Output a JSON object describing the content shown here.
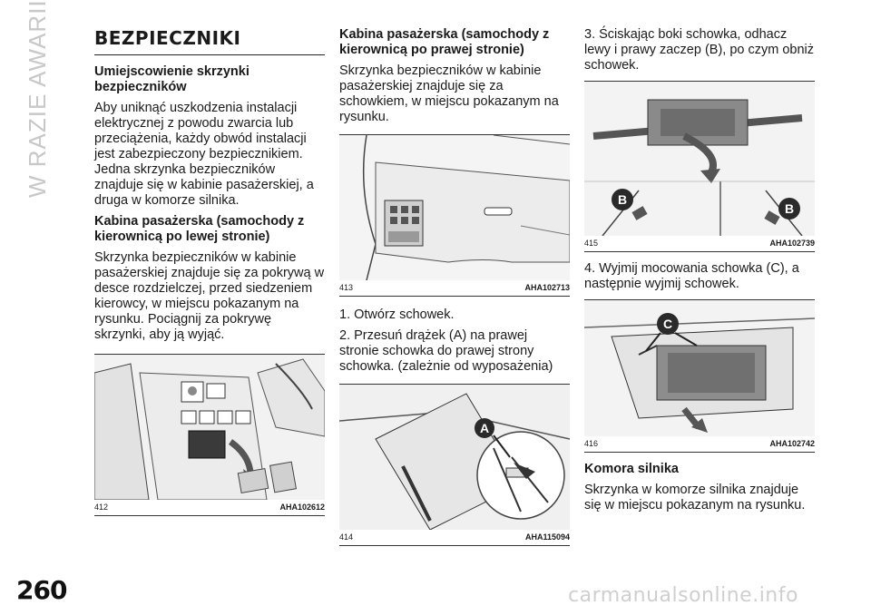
{
  "side_tab": "W RAZIE AWARII",
  "page_number": "260",
  "watermark": "carmanualsonline.info",
  "col1": {
    "section_title": "BEZPIECZNIKI",
    "heading1": "Umiejscowienie skrzynki bezpieczników",
    "para1": "Aby uniknąć uszkodzenia instalacji elektrycznej z powodu zwarcia lub przeciążenia, każdy obwód instalacji jest zabezpieczony bezpiecznikiem. Jedna skrzynka bezpieczników znajduje się w kabinie pasażerskiej, a druga w komorze silnika.",
    "heading2": "Kabina pasażerska (samochody z kierownicą po lewej stronie)",
    "para2": "Skrzynka bezpieczników w kabinie pasażerskiej znajduje się za pokrywą w desce rozdzielczej, przed siedzeniem kierowcy, w miejscu pokazanym na rysunku. Pociągnij za pokrywę skrzynki, aby ją wyjąć.",
    "fig_num": "412",
    "fig_code": "AHA102612"
  },
  "col2": {
    "heading1": "Kabina pasażerska (samochody z kierownicą po prawej stronie)",
    "para1": "Skrzynka bezpieczników w kabinie pasażerskiej znajduje się za schowkiem, w miejscu pokazanym na rysunku.",
    "fig1_num": "413",
    "fig1_code": "AHA102713",
    "step1": "1. Otwórz schowek.",
    "step2": "2. Przesuń drążek (A) na prawej stronie schowka do prawej strony schowka. (zależnie od wyposażenia)",
    "fig2_num": "414",
    "fig2_code": "AHA115094",
    "callout_a": "A"
  },
  "col3": {
    "step3": "3. Ściskając boki schowka, odhacz lewy i prawy zaczep (B), po czym obniż schowek.",
    "fig1_num": "415",
    "fig1_code": "AHA102739",
    "callout_b": "B",
    "step4": "4. Wyjmij mocowania schowka (C), a następnie wyjmij schowek.",
    "fig2_num": "416",
    "fig2_code": "AHA102742",
    "callout_c": "C",
    "heading": "Komora silnika",
    "para": "Skrzynka w komorze silnika znajduje się w miejscu pokazanym na rysunku."
  }
}
